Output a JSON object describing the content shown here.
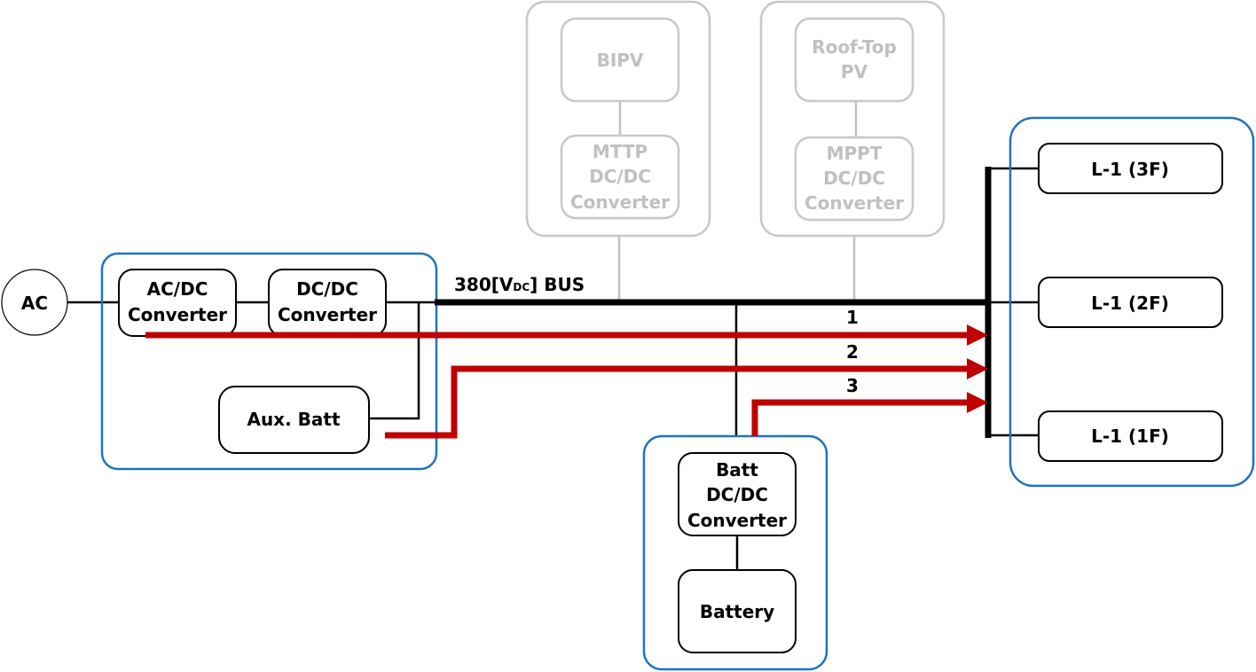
{
  "diagram": {
    "source": {
      "label": "AC"
    },
    "grid_group": {
      "ac_dc_converter": {
        "line1": "AC/DC",
        "line2": "Converter"
      },
      "dc_dc_converter": {
        "line1": "DC/DC",
        "line2": "Converter"
      },
      "aux_batt": {
        "label": "Aux. Batt"
      }
    },
    "bus": {
      "prefix": "380[V",
      "subscript": "DC",
      "suffix": "] BUS"
    },
    "pv_groups": [
      {
        "panel": {
          "line1": "BIPV"
        },
        "converter": {
          "line1": "MTTP",
          "line2": "DC/DC",
          "line3": "Converter"
        }
      },
      {
        "panel": {
          "line1": "Roof-Top",
          "line2": "PV"
        },
        "converter": {
          "line1": "MPPT",
          "line2": "DC/DC",
          "line3": "Converter"
        }
      }
    ],
    "battery_group": {
      "converter": {
        "line1": "Batt",
        "line2": "DC/DC",
        "line3": "Converter"
      },
      "battery": {
        "label": "Battery"
      }
    },
    "loads": [
      {
        "label": "L-1 (3F)"
      },
      {
        "label": "L-1 (2F)"
      },
      {
        "label": "L-1 (1F)"
      }
    ],
    "flows": [
      {
        "label": "1",
        "from": "AC/DC Converter",
        "to": "Loads"
      },
      {
        "label": "2",
        "from": "Aux. Batt",
        "to": "Loads"
      },
      {
        "label": "3",
        "from": "Battery",
        "to": "Loads"
      }
    ],
    "colors": {
      "flow": "#c00000",
      "group_outline": "#1f73bf",
      "inactive": "#c0c0c0"
    }
  }
}
